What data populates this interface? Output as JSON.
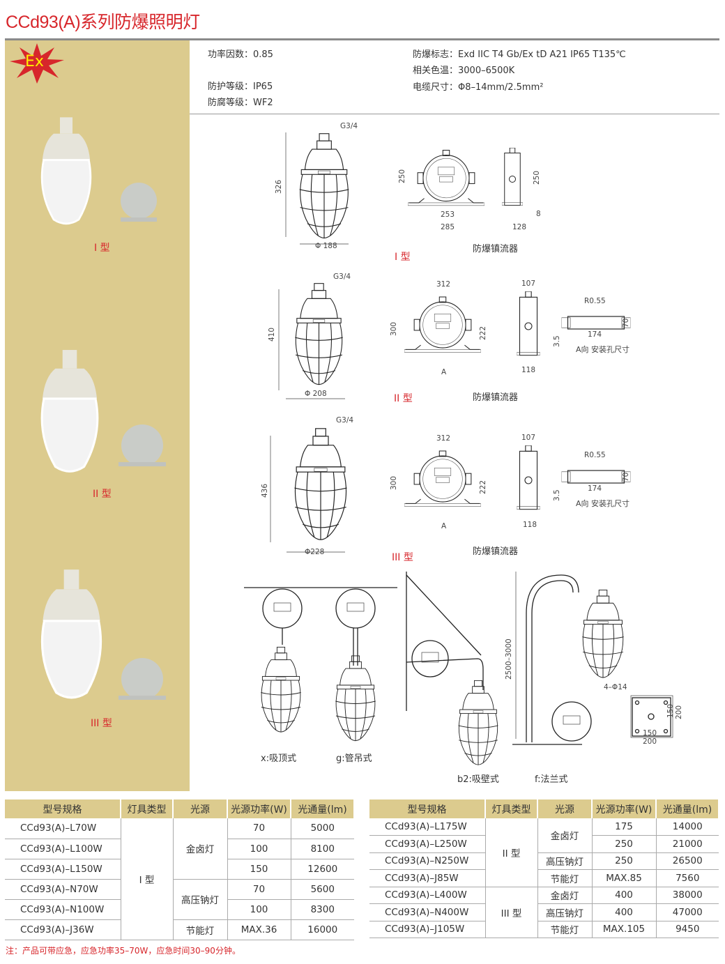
{
  "title": "CCd93(A)系列防爆照明灯",
  "badge": "Ex",
  "specs": {
    "power_factor": "功率因数：0.85",
    "protection": "防护等级：IP65",
    "anticorrosion": "防腐等级：WF2",
    "ex_mark": "防爆标志：Exd IIC T4 Gb/Ex tD A21 IP65 T135℃",
    "color_temp": "相关色温：3000–6500K",
    "cable": "电缆尺寸：Φ8–14mm/2.5mm²"
  },
  "photos": {
    "type1": "I 型",
    "type2": "II 型",
    "type3": "III 型"
  },
  "drawings": {
    "ballast_label": "防爆镇流器",
    "mount_hole_label": "A向  安装孔尺寸",
    "arrow_a": "A",
    "t1": {
      "thread": "G3/4",
      "height": "326",
      "dia": "Φ 188",
      "b_h": "250",
      "b_w1": "253",
      "b_w2": "285",
      "s_h": "250",
      "s_t": "8",
      "s_w": "128",
      "type": "I 型"
    },
    "t2": {
      "thread": "G3/4",
      "height": "410",
      "dia": "Φ 208",
      "b_w": "312",
      "b_h": "300",
      "b_in": "222",
      "s_w": "107",
      "s_b": "118",
      "r": "R0.55",
      "m_h": "70",
      "m_t": "3.5",
      "m_w": "174",
      "type": "II 型"
    },
    "t3": {
      "thread": "G3/4",
      "height": "436",
      "dia": "Φ228",
      "b_w": "312",
      "b_h": "300",
      "b_in": "222",
      "s_w": "107",
      "s_b": "118",
      "r": "R0.55",
      "m_h": "70",
      "m_t": "3.5",
      "m_w": "174",
      "type": "III 型"
    },
    "mounts": {
      "x": "x:吸顶式",
      "g": "g:管吊式",
      "b2": "b2:吸壁式",
      "f": "f:法兰式",
      "pole_h": "2500–3000",
      "holes": "4–Φ14",
      "d150a": "150",
      "d200a": "200",
      "d150b": "150",
      "d200b": "200"
    }
  },
  "table_headers": [
    "型号规格",
    "灯具类型",
    "光源",
    "光源功率(W)",
    "光通量(lm)"
  ],
  "table1": {
    "type": "I 型",
    "sources": [
      "金卤灯",
      "高压钠灯",
      "节能灯"
    ],
    "rows": [
      {
        "model": "CCd93(A)–L70W",
        "power": "70",
        "flux": "5000"
      },
      {
        "model": "CCd93(A)–L100W",
        "power": "100",
        "flux": "8100"
      },
      {
        "model": "CCd93(A)–L150W",
        "power": "150",
        "flux": "12600"
      },
      {
        "model": "CCd93(A)–N70W",
        "power": "70",
        "flux": "5600"
      },
      {
        "model": "CCd93(A)–N100W",
        "power": "100",
        "flux": "8300"
      },
      {
        "model": "CCd93(A)–J36W",
        "power": "MAX.36",
        "flux": "16000"
      }
    ]
  },
  "table2": {
    "types": [
      "II 型",
      "III 型"
    ],
    "sources": [
      "金卤灯",
      "高压钠灯",
      "节能灯",
      "金卤灯",
      "高压钠灯",
      "节能灯"
    ],
    "rows": [
      {
        "model": "CCd93(A)–L175W",
        "power": "175",
        "flux": "14000"
      },
      {
        "model": "CCd93(A)–L250W",
        "power": "250",
        "flux": "21000"
      },
      {
        "model": "CCd93(A)–N250W",
        "power": "250",
        "flux": "26500"
      },
      {
        "model": "CCd93(A)–J85W",
        "power": "MAX.85",
        "flux": "7560"
      },
      {
        "model": "CCd93(A)–L400W",
        "power": "400",
        "flux": "38000"
      },
      {
        "model": "CCd93(A)–N400W",
        "power": "400",
        "flux": "47000"
      },
      {
        "model": "CCd93(A)–J105W",
        "power": "MAX.105",
        "flux": "9450"
      }
    ]
  },
  "note": "注：产品可带应急，应急功率35–70W，应急时间30–90分钟。",
  "colors": {
    "accent": "#d7262b",
    "panel": "#dccb8e"
  }
}
